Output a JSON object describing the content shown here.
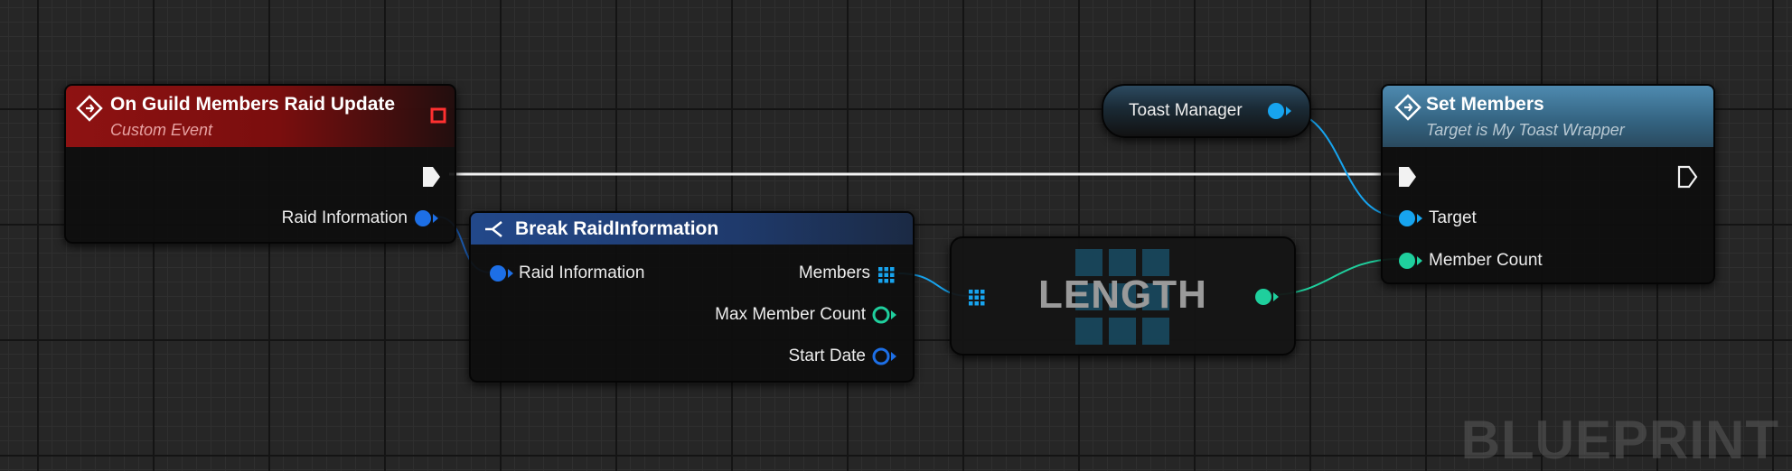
{
  "event_node": {
    "title": "On Guild Members Raid Update",
    "subtitle": "Custom Event",
    "output_pin_label": "Raid Information"
  },
  "break_node": {
    "title": "Break RaidInformation",
    "input_pin_label": "Raid Information",
    "output_members": "Members",
    "output_max_member_count": "Max Member Count",
    "output_start_date": "Start Date"
  },
  "toast_manager_node": {
    "label": "Toast Manager"
  },
  "length_node": {
    "label": "LENGTH"
  },
  "set_members_node": {
    "title": "Set Members",
    "subtitle": "Target is My Toast Wrapper",
    "pin_target": "Target",
    "pin_member_count": "Member Count"
  },
  "watermark": "BLUEPRINT",
  "colors": {
    "event_header": "#8b1010",
    "break_header": "#1f3f78",
    "set_header": "#3b6f8f",
    "struct_pin": "#1d6fe6",
    "object_pin": "#17a4ef",
    "int_pin": "#1fcf9d",
    "exec_wire": "#ffffff"
  }
}
